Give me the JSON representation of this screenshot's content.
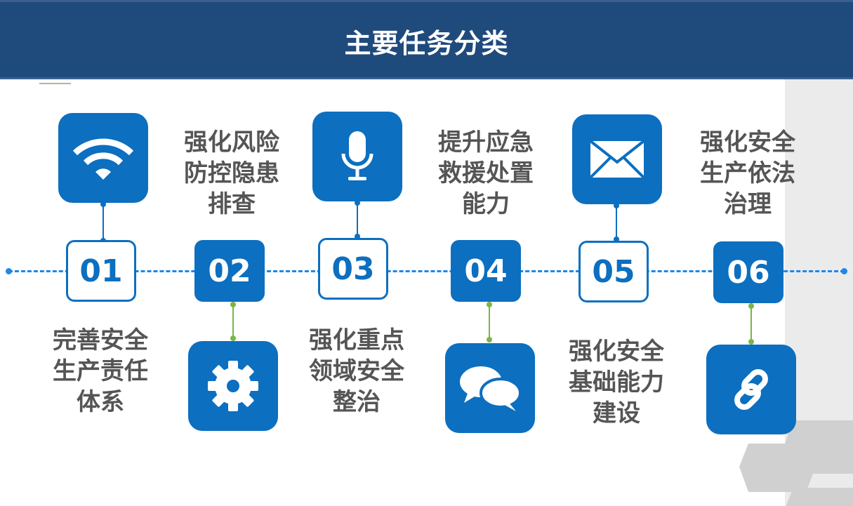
{
  "title": "主要任务分类",
  "colors": {
    "header": "#1f4a7c",
    "accent": "#0c6fc0",
    "green": "#7ab648",
    "text": "#555555"
  },
  "items": [
    {
      "number": "01",
      "lines": [
        "完善安全",
        "生产责任",
        "体系"
      ],
      "icon": "wifi-icon"
    },
    {
      "number": "02",
      "lines": [
        "强化风险",
        "防控隐患",
        "排查"
      ],
      "icon": "gear-icon"
    },
    {
      "number": "03",
      "lines": [
        "强化重点",
        "领域安全",
        "整治"
      ],
      "icon": "microphone-icon"
    },
    {
      "number": "04",
      "lines": [
        "提升应急",
        "救援处置",
        "能力"
      ],
      "icon": "chat-bubbles-icon"
    },
    {
      "number": "05",
      "lines": [
        "强化安全",
        "基础能力",
        "建设"
      ],
      "icon": "envelope-icon"
    },
    {
      "number": "06",
      "lines": [
        "强化安全",
        "生产依法",
        "治理"
      ],
      "icon": "link-icon"
    }
  ]
}
